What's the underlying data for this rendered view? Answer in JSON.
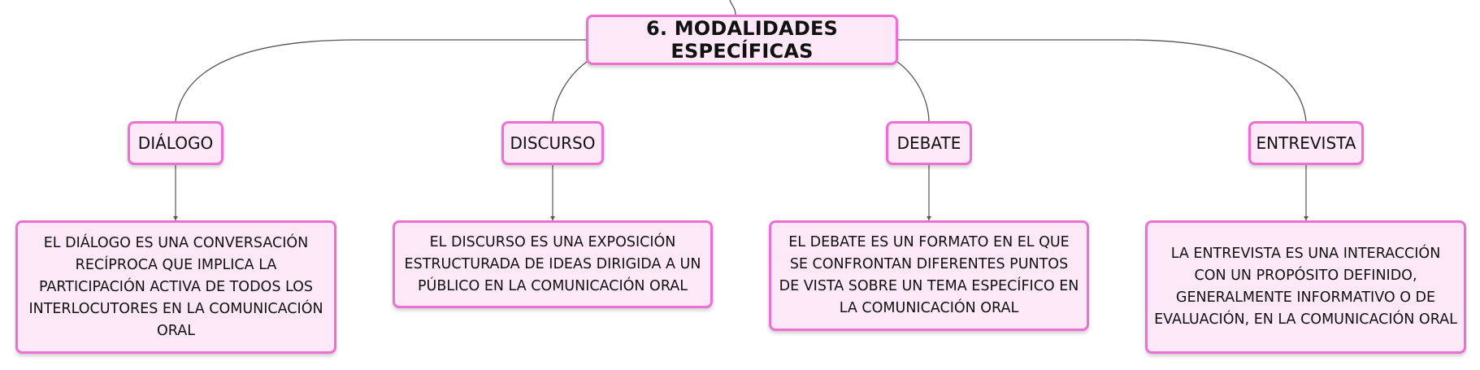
{
  "map": {
    "root": {
      "title": "6. MODALIDADES ESPECÍFICAS"
    },
    "branches": [
      {
        "topic": "DIÁLOGO",
        "description": "EL DIÁLOGO ES UNA CONVERSACIÓN RECÍPROCA QUE IMPLICA LA PARTICIPACIÓN ACTIVA DE TODOS LOS INTERLOCUTORES EN LA COMUNICACIÓN ORAL"
      },
      {
        "topic": "DISCURSO",
        "description": "EL DISCURSO ES UNA EXPOSICIÓN ESTRUCTURADA DE IDEAS DIRIGIDA A UN PÚBLICO EN LA COMUNICACIÓN ORAL"
      },
      {
        "topic": "DEBATE",
        "description": "EL DEBATE ES UN FORMATO EN EL QUE SE CONFRONTAN DIFERENTES PUNTOS DE VISTA SOBRE UN TEMA ESPECÍFICO EN LA COMUNICACIÓN ORAL"
      },
      {
        "topic": "ENTREVISTA",
        "description": "LA ENTREVISTA ES UNA INTERACCIÓN CON UN PROPÓSITO DEFINIDO, GENERALMENTE INFORMATIVO O DE EVALUACIÓN, EN LA COMUNICACIÓN ORAL"
      }
    ],
    "colors": {
      "node_fill": "#fce8f7",
      "node_border": "#ee6fd4",
      "connector": "#555555"
    }
  }
}
